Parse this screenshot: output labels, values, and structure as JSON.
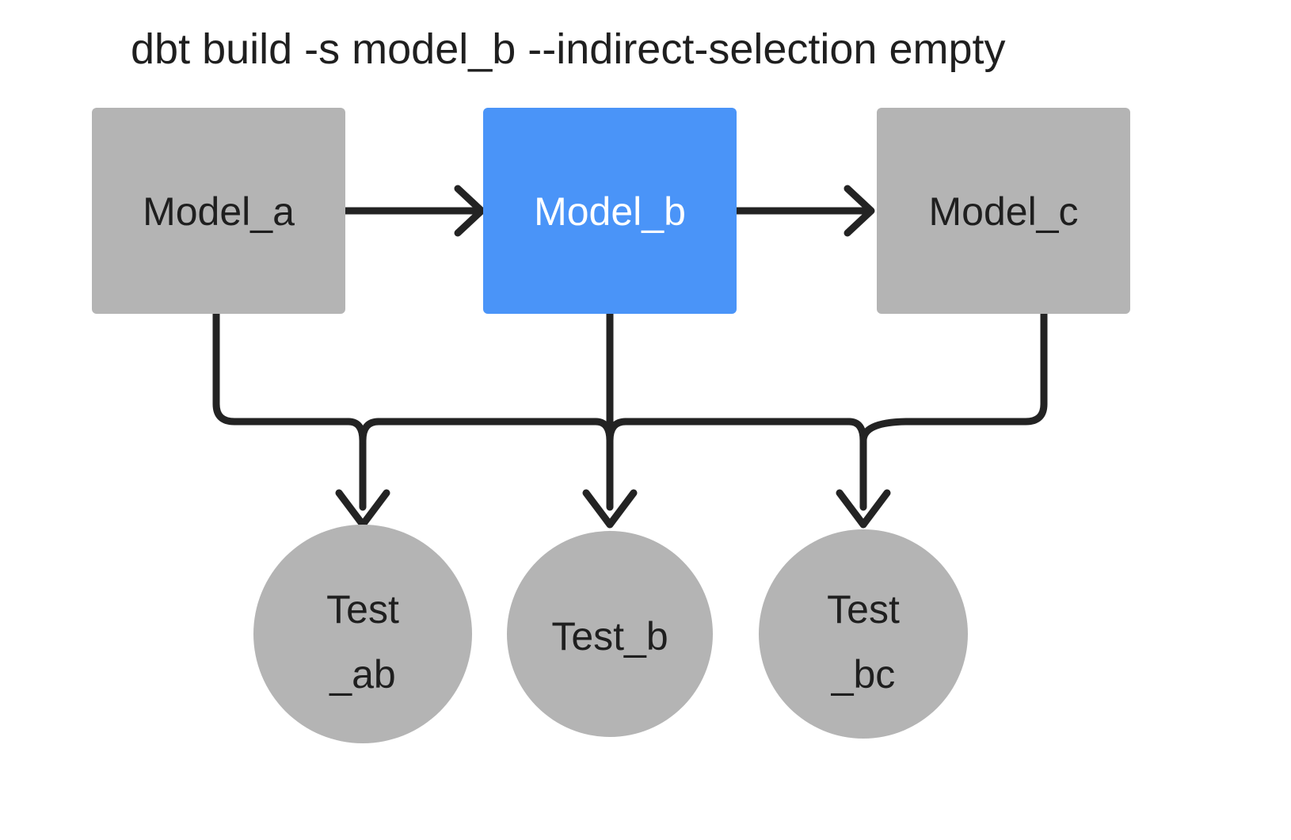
{
  "diagram": {
    "title": "dbt build -s model_b --indirect-selection empty",
    "colors": {
      "background": "#ffffff",
      "node_gray": "#b4b4b4",
      "node_selected_blue": "#4a94f8",
      "edge_black": "#232323",
      "text_dark": "#1f1f1f",
      "text_light": "#ffffff"
    },
    "models": [
      {
        "id": "model-a",
        "label": "Model_a",
        "shape": "rectangle",
        "state": "unselected",
        "fill": "#b4b4b4",
        "text_color": "#1f1f1f"
      },
      {
        "id": "model-b",
        "label": "Model_b",
        "shape": "rectangle",
        "state": "selected",
        "fill": "#4a94f8",
        "text_color": "#ffffff"
      },
      {
        "id": "model-c",
        "label": "Model_c",
        "shape": "rectangle",
        "state": "unselected",
        "fill": "#b4b4b4",
        "text_color": "#1f1f1f"
      }
    ],
    "tests": [
      {
        "id": "test-ab",
        "label": "Test_ab",
        "line1": "Test",
        "line2": "_ab",
        "shape": "circle",
        "state": "unselected",
        "fill": "#b4b4b4",
        "text_color": "#1f1f1f"
      },
      {
        "id": "test-b",
        "label": "Test_b",
        "line1": "Test_b",
        "line2": "",
        "shape": "circle",
        "state": "unselected",
        "fill": "#b4b4b4",
        "text_color": "#1f1f1f"
      },
      {
        "id": "test-bc",
        "label": "Test_bc",
        "line1": "Test",
        "line2": "_bc",
        "shape": "circle",
        "state": "unselected",
        "fill": "#b4b4b4",
        "text_color": "#1f1f1f"
      }
    ],
    "edges": [
      {
        "id": "edge-a-b",
        "from": "Model_a",
        "to": "Model_b",
        "style": "straight-arrow"
      },
      {
        "id": "edge-b-c",
        "from": "Model_b",
        "to": "Model_c",
        "style": "straight-arrow"
      },
      {
        "id": "edge-a-testab",
        "from": "Model_a",
        "to": "Test_ab",
        "style": "elbow-arrow"
      },
      {
        "id": "edge-b-testab",
        "from": "Model_b",
        "to": "Test_ab",
        "style": "elbow-arrow"
      },
      {
        "id": "edge-b-testb",
        "from": "Model_b",
        "to": "Test_b",
        "style": "elbow-arrow"
      },
      {
        "id": "edge-b-testbc",
        "from": "Model_b",
        "to": "Test_bc",
        "style": "elbow-arrow"
      },
      {
        "id": "edge-c-testbc",
        "from": "Model_c",
        "to": "Test_bc",
        "style": "elbow-arrow"
      }
    ]
  }
}
